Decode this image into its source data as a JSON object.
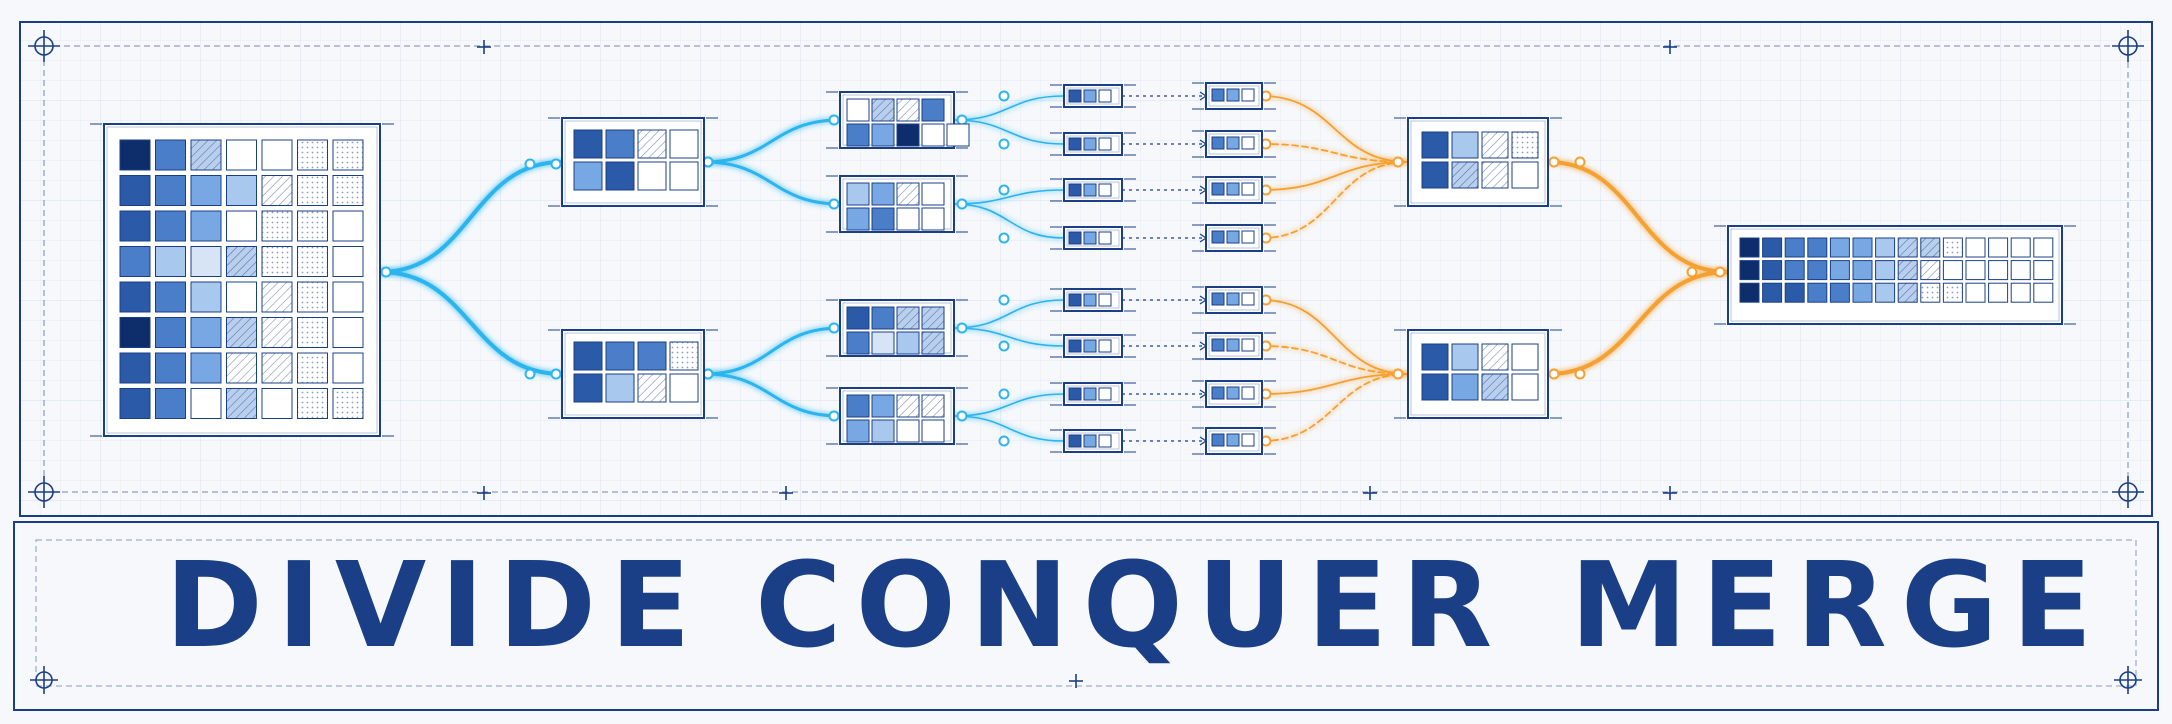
{
  "title_words": [
    "DIVIDE",
    "CONQUER",
    "MERGE"
  ],
  "colors": {
    "ink": "#1b3f86",
    "paper": "#f6f8fc",
    "grid": "#dde4f0",
    "divide_flow": "#2cb5ee",
    "merge_flow": "#f5a030",
    "cell_palette": [
      "#0e2d6b",
      "#2a5aa8",
      "#4a7ec8",
      "#77a8e4",
      "#a9c8ee",
      "#d6e4f6",
      "#ffffff"
    ]
  },
  "diagram": {
    "source_grid": {
      "cols": 7,
      "rows": 8,
      "cells": [
        [
          "c0",
          "c2",
          "h2",
          "w",
          "w",
          "s",
          "s"
        ],
        [
          "c1",
          "c2",
          "c3",
          "c4",
          "h",
          "s",
          "s"
        ],
        [
          "c1",
          "c2",
          "c3",
          "w",
          "s",
          "s",
          "w"
        ],
        [
          "c2",
          "c4",
          "c5",
          "h2",
          "s",
          "s",
          "w"
        ],
        [
          "c1",
          "c2",
          "c4",
          "w",
          "h",
          "s",
          "w"
        ],
        [
          "c0",
          "c2",
          "c3",
          "h2",
          "h",
          "s",
          "w"
        ],
        [
          "c1",
          "c2",
          "c3",
          "h",
          "h",
          "s",
          "w"
        ],
        [
          "c1",
          "c2",
          "w",
          "h2",
          "w",
          "s",
          "s"
        ]
      ]
    },
    "divide_level_1": [
      {
        "cells": [
          [
            "c1",
            "c2",
            "h",
            "w"
          ],
          [
            "c3",
            "c1",
            "w",
            "w"
          ]
        ]
      },
      {
        "cells": [
          [
            "c1",
            "c2",
            "c2",
            "s"
          ],
          [
            "c1",
            "c4",
            "h",
            "w"
          ]
        ]
      }
    ],
    "divide_level_2": [
      {
        "cells": [
          [
            "w",
            "h2",
            "h",
            "c2"
          ],
          [
            "c2",
            "c3",
            "c0",
            "w",
            "w"
          ]
        ]
      },
      {
        "cells": [
          [
            "c4",
            "c3",
            "h",
            "w"
          ],
          [
            "c3",
            "c2",
            "w",
            "w"
          ]
        ]
      },
      {
        "cells": [
          [
            "c1",
            "c2",
            "h2",
            "h2"
          ],
          [
            "c2",
            "c5",
            "c4",
            "h2"
          ]
        ]
      },
      {
        "cells": [
          [
            "c2",
            "c3",
            "h",
            "h"
          ],
          [
            "c3",
            "c4",
            "w",
            "w"
          ]
        ]
      }
    ],
    "leaf_count": 8,
    "merge_level_1": [
      {
        "cells": [
          [
            "c1",
            "c4",
            "h",
            "s"
          ],
          [
            "c1",
            "h2",
            "h",
            "w"
          ]
        ]
      },
      {
        "cells": [
          [
            "c1",
            "c4",
            "h",
            "w"
          ],
          [
            "c1",
            "c3",
            "h2",
            "w"
          ]
        ]
      }
    ],
    "merged_result": {
      "rows": 3,
      "cols": 14,
      "cells": [
        [
          "c0",
          "c1",
          "c2",
          "c2",
          "c3",
          "c3",
          "c4",
          "h2",
          "h2",
          "s",
          "w",
          "w",
          "w",
          "w"
        ],
        [
          "c0",
          "c1",
          "c2",
          "c2",
          "c3",
          "c3",
          "c4",
          "h2",
          "h",
          "w",
          "w",
          "w",
          "w",
          "w"
        ],
        [
          "c0",
          "c1",
          "c1",
          "c2",
          "c2",
          "c3",
          "c4",
          "h2",
          "s",
          "s",
          "w",
          "w",
          "w",
          "w"
        ]
      ]
    }
  }
}
